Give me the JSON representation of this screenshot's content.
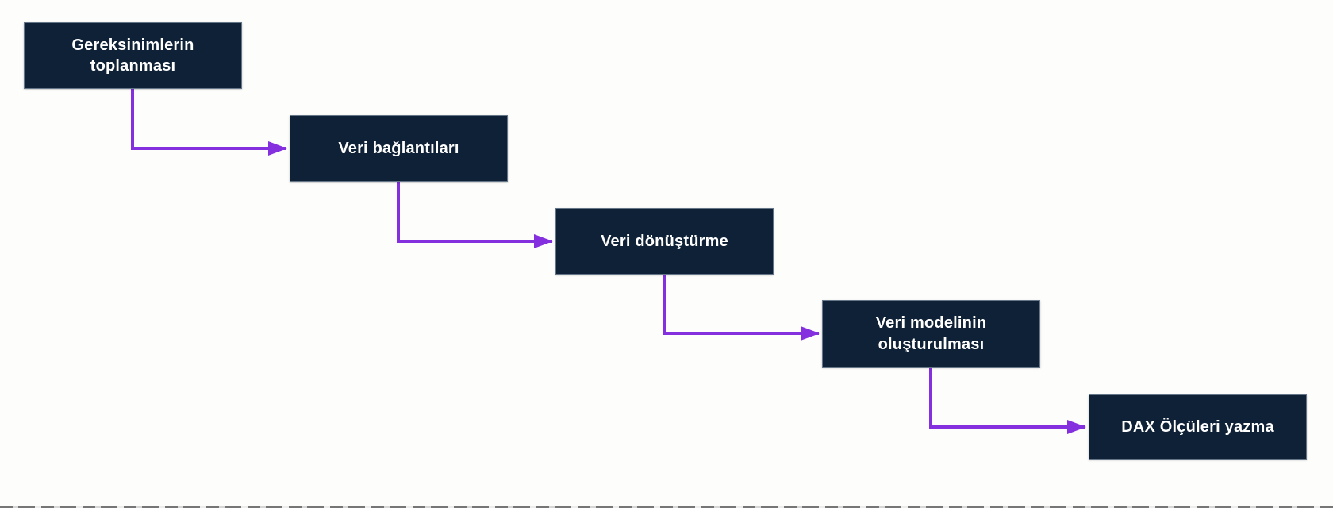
{
  "diagram": {
    "description": "Power BI report development workflow (Turkish), five sequential steps arranged as a descending staircase connected by elbow arrows",
    "steps": [
      {
        "id": "requirements-gathering",
        "label": "Gereksinimlerin toplanması"
      },
      {
        "id": "data-connections",
        "label": "Veri bağlantıları"
      },
      {
        "id": "data-transformation",
        "label": "Veri dönüştürme"
      },
      {
        "id": "data-model-creation",
        "label": "Veri modelinin oluşturulması"
      },
      {
        "id": "dax-measures-writing",
        "label": "DAX Ölçüleri yazma"
      }
    ],
    "colors": {
      "page_background": "#FDFDFB",
      "box_background": "#0F2136",
      "arrow": "#8430DF",
      "label_text": "#FFFFFF"
    }
  }
}
